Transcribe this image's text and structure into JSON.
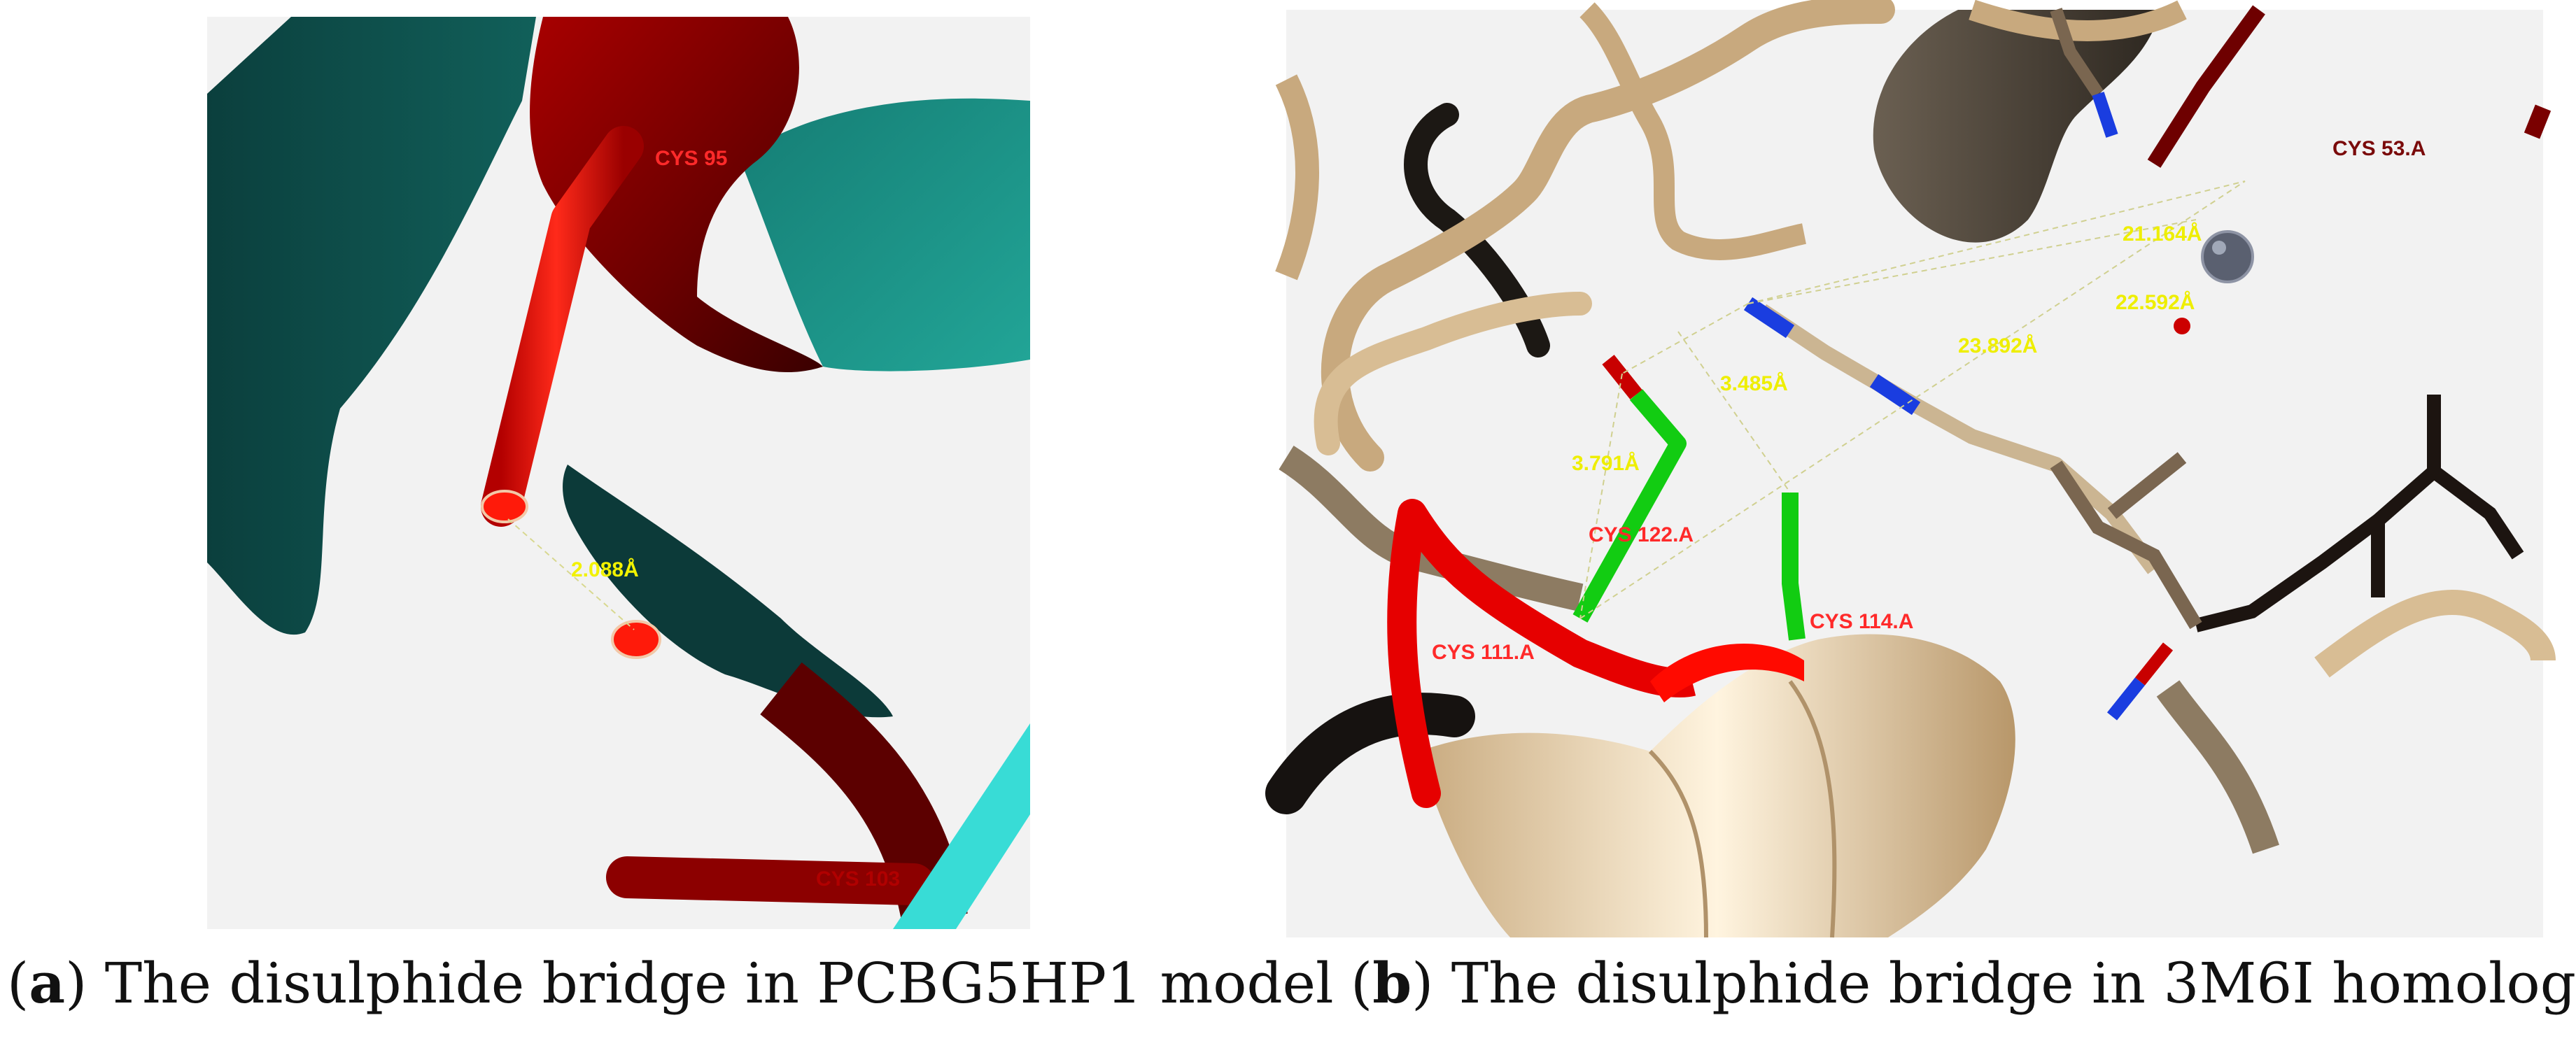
{
  "panel_a": {
    "labels": {
      "cys_95": "CYS 95",
      "cys_103": "CYS 103",
      "distance": "2.088Å"
    },
    "caption": {
      "open": "(",
      "tag": "a",
      "close": ")",
      "text": " The disulphide bridge in PCBG5HP1 model"
    }
  },
  "panel_b": {
    "labels": {
      "cys_53": "CYS 53.A",
      "cys_111": "CYS 111.A",
      "cys_114": "CYS 114.A",
      "cys_122": "CYS 122.A",
      "d1": "21.164Å",
      "d2": "22.592Å",
      "d3": "23.892Å",
      "d4": "3.485Å",
      "d5": "3.791Å"
    },
    "caption": {
      "open": "(",
      "tag": "b",
      "close": ")",
      "text": " The disulphide bridge in 3M6I homolog"
    }
  },
  "colors": {
    "sulfur_red": "#e60000",
    "dark_red": "#8a0000",
    "teal_dark": "#0d4a48",
    "teal": "#1b9a8d",
    "cyan": "#3ee6e0",
    "tan": "#d9c09a",
    "green": "#11cc11",
    "distance_yellow": "#e8e800"
  }
}
